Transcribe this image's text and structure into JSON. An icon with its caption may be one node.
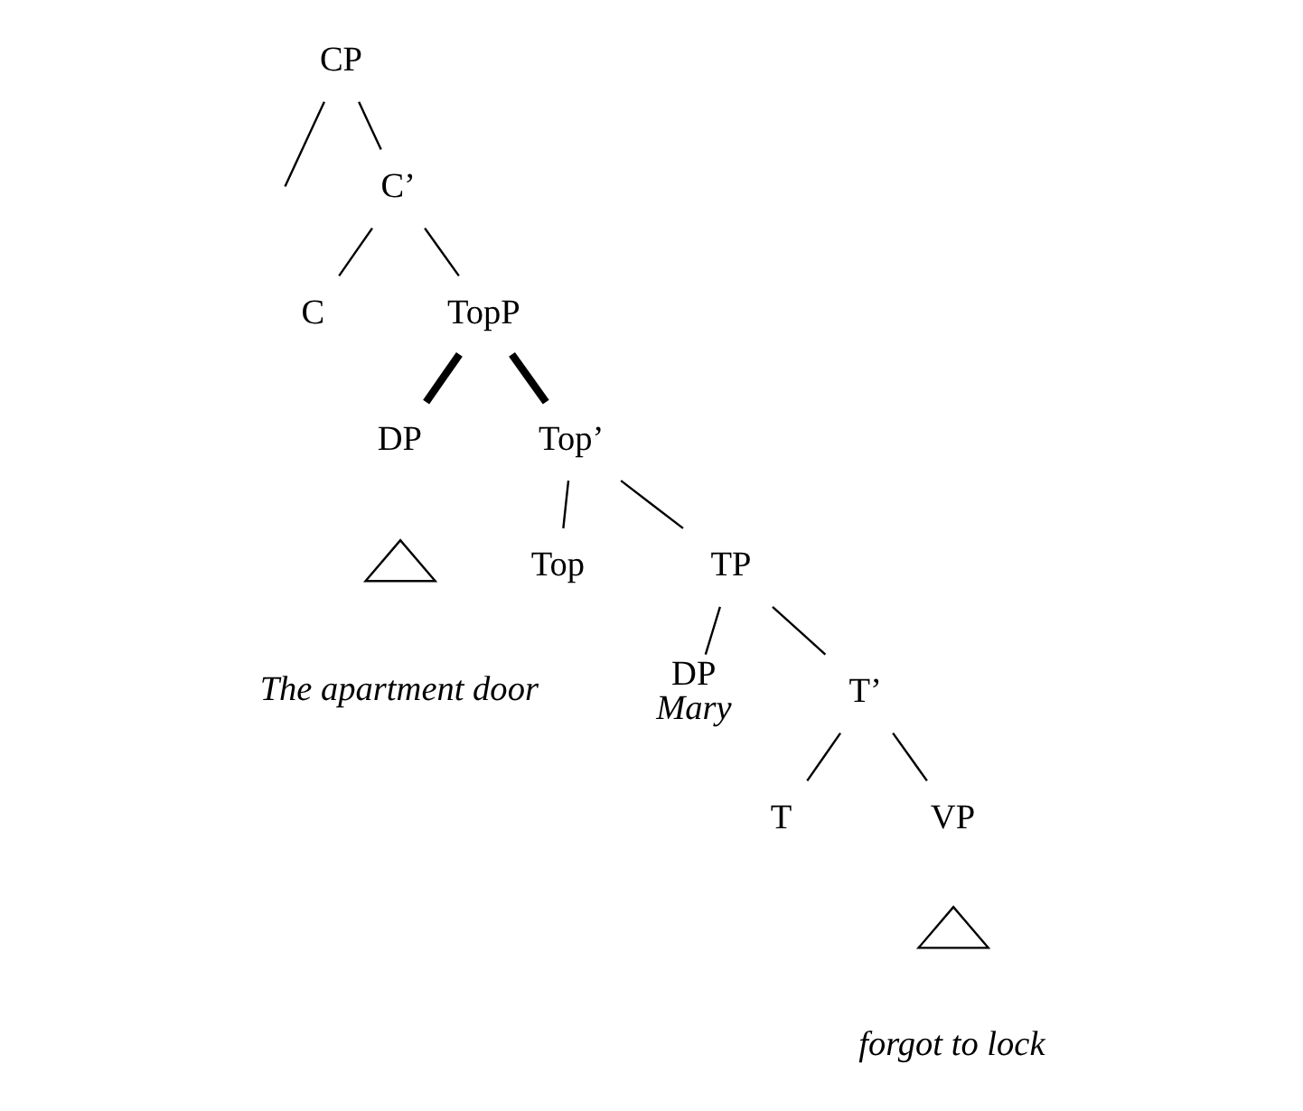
{
  "diagram": {
    "nodes": [
      {
        "text": [
          "CP"
        ]
      },
      {
        "text": [
          "C’"
        ]
      },
      {
        "text": [
          "C"
        ]
      },
      {
        "text": [
          "TopP"
        ]
      },
      {
        "text": [
          "DP"
        ]
      },
      {
        "text": [],
        "shape": "triangle"
      },
      {
        "text": [
          "The apartment door"
        ]
      },
      {
        "text": [
          "Top’"
        ]
      },
      {
        "text": [
          "Top"
        ]
      },
      {
        "text": [
          "TP"
        ]
      },
      {
        "text": [
          "DP",
          "Mary"
        ]
      },
      {
        "text": [
          "T’"
        ]
      },
      {
        "text": [
          "T"
        ]
      },
      {
        "text": [
          "VP"
        ]
      },
      {
        "text": [],
        "shape": "triangle"
      },
      {
        "text": [
          "forgot to lock"
        ]
      }
    ],
    "edges": [
      {
        "from": 0,
        "to": null,
        "arrow": "none"
      },
      {
        "from": 0,
        "to": 1,
        "arrow": "none"
      },
      {
        "from": 1,
        "to": 2,
        "arrow": "none"
      },
      {
        "from": 1,
        "to": 3,
        "arrow": "none"
      },
      {
        "from": 3,
        "to": 4,
        "arrow": "none",
        "style": "thick"
      },
      {
        "from": 3,
        "to": 7,
        "arrow": "none",
        "style": "thick"
      },
      {
        "from": 7,
        "to": 8,
        "arrow": "none"
      },
      {
        "from": 7,
        "to": 9,
        "arrow": "none"
      },
      {
        "from": 9,
        "to": 10,
        "arrow": "none"
      },
      {
        "from": 9,
        "to": 11,
        "arrow": "none"
      },
      {
        "from": 11,
        "to": 12,
        "arrow": "none"
      },
      {
        "from": 11,
        "to": 13,
        "arrow": "none"
      }
    ]
  }
}
